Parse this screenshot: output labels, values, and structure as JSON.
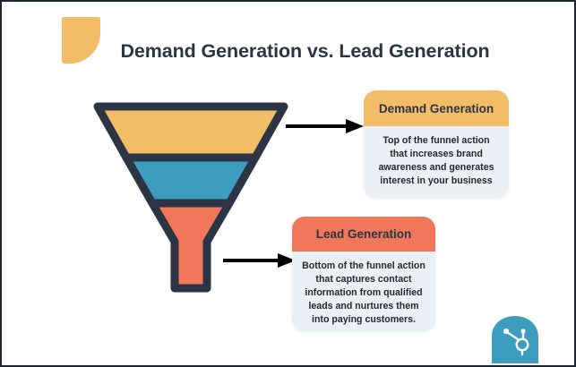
{
  "page": {
    "title": "Demand Generation vs. Lead Generation",
    "background_color": "#ffffff",
    "border_color": "#1d2330"
  },
  "decoration": {
    "blob_shape_name": "rounded-tab-shape",
    "blob_color": "#f2bd66"
  },
  "funnel": {
    "outline_color": "#2c3446",
    "segments": [
      {
        "name": "top-of-funnel",
        "color": "#f2bd66"
      },
      {
        "name": "middle-of-funnel",
        "color": "#3c9dbe"
      },
      {
        "name": "bottom-of-funnel",
        "color": "#f0775a"
      }
    ]
  },
  "arrows": [
    {
      "name": "arrow-to-demand-generation",
      "color": "#000000"
    },
    {
      "name": "arrow-to-lead-generation",
      "color": "#000000"
    }
  ],
  "cards": [
    {
      "id": "demand",
      "header": "Demand Generation",
      "header_color": "#f2bd66",
      "body": "Top of the funnel action that increases brand awareness and generates interest in your business",
      "body_color": "#ebf0f7"
    },
    {
      "id": "lead",
      "header": "Lead Generation",
      "header_color": "#f0775a",
      "body": "Bottom of the funnel action that captures contact information from qualified leads and nurtures them into paying customers.",
      "body_color": "#ebf0f7"
    }
  ],
  "branding": {
    "logo_name": "hubspot-logo",
    "logo_color": "#3c9dbe",
    "mark_color": "#ffffff"
  }
}
